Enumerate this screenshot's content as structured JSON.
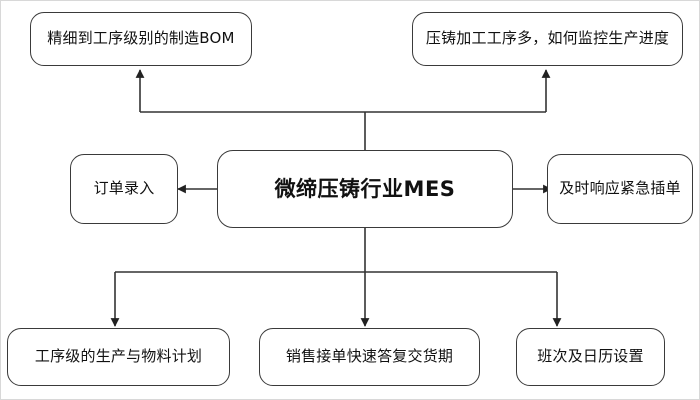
{
  "diagram": {
    "type": "mind-map",
    "title": "微缔压铸行业MES",
    "background_color": "#ffffff",
    "node_border_color": "#3a3a3a",
    "edge_color": "#333333",
    "central": {
      "id": "central",
      "label": "微缔压铸行业MES"
    },
    "topics": [
      {
        "id": "topic-bom",
        "label": "精细到工序级别的制造BOM"
      },
      {
        "id": "topic-progress",
        "label": "压铸加工工序多，如何监控生产进度"
      }
    ],
    "sides": [
      {
        "id": "side-order-entry",
        "label": "订单录入"
      },
      {
        "id": "side-urgent-order",
        "label": "及时响应紧急插单"
      }
    ],
    "leaves": [
      {
        "id": "leaf-production-plan",
        "label": "工序级的生产与物料计划"
      },
      {
        "id": "leaf-delivery-reply",
        "label": "销售接单快速答复交货期"
      },
      {
        "id": "leaf-shift-calendar",
        "label": "班次及日历设置"
      }
    ],
    "connections": [
      {
        "from": "central",
        "to": "topic-bom",
        "direction": "up-left"
      },
      {
        "from": "central",
        "to": "topic-progress",
        "direction": "up-right"
      },
      {
        "from": "central",
        "to": "side-order-entry",
        "direction": "left"
      },
      {
        "from": "central",
        "to": "side-urgent-order",
        "direction": "right"
      },
      {
        "from": "central",
        "to": "leaf-production-plan",
        "direction": "down-left"
      },
      {
        "from": "central",
        "to": "leaf-delivery-reply",
        "direction": "down-center"
      },
      {
        "from": "central",
        "to": "leaf-shift-calendar",
        "direction": "down-right"
      }
    ]
  }
}
